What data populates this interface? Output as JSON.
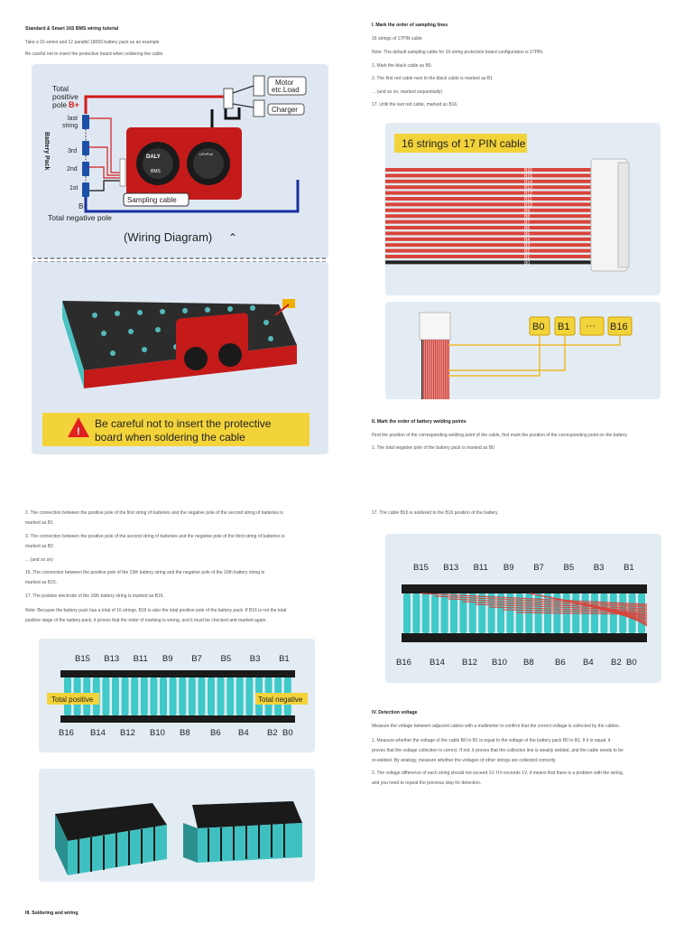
{
  "page1": {
    "title": "Standard & Smart 16S BMS wiring tutorial",
    "intro1": "Take a 16 series and 12 parallel 18650 battery pack as an example",
    "intro2": "Be careful not to insert the protective board when soldering the cable",
    "wiring": {
      "total_positive": "Total",
      "total_positive2": "positive",
      "pole_b_plus": "pole",
      "b_plus": "B+",
      "last_string": "last",
      "last_string2": "string",
      "battery_pack": "Battery Pack",
      "third": "3rd",
      "second": "2nd",
      "first": "1st",
      "b_minus": "B-",
      "total_negative": "Total negative pole",
      "motor": "Motor",
      "etc_load": "etc.Load",
      "charger": "Charger",
      "sampling_cable": "Sampling cable",
      "daly": "DALY",
      "bms": "BMS",
      "lifepo4": "LiFePo4",
      "diagram_caption": "(Wiring Diagram)"
    },
    "warning": {
      "line1": "Be careful not to insert the protective",
      "line2": "board when soldering the cable"
    }
  },
  "page2": {
    "section1_title": "I. Mark the order of sampling lines",
    "p1": "16 strings of 17PIN cable",
    "p2": "Note: The default sampling cable for 16-string protection board configuration is 17PIN.",
    "p3": "1. Mark the black cable as B0.",
    "p4": "2. The first red cable next to the black cable is marked as B1",
    "p5": "... (and so on, marked sequentially)",
    "p6": "17. Until the last red cable, marked as B16.",
    "cable_banner": "16 strings of 17 PIN cable",
    "cable_labels": [
      "B16",
      "B15",
      "B14",
      "B13",
      "B12",
      "B11",
      "B10",
      "B9",
      "B8",
      "B7",
      "B6",
      "B5",
      "B4",
      "B3",
      "B2",
      "B1",
      "B0"
    ],
    "tag_b0": "B0",
    "tag_b1": "B1",
    "tag_dots": "···",
    "tag_b16": "B16",
    "section2_title": "II. Mark the order of battery welding points",
    "p7": "Find the position of the corresponding welding point of the cable, first mark the position of the corresponding point on the battery",
    "p8": "1. The total negative pole of the battery pack is marked as B0"
  },
  "page3": {
    "p1": "2. The connection between the positive pole of the first string of batteries and the negative pole of the second string of batteries is",
    "p1b": "marked as B1",
    "p2": "3. The connection between the positive pole of the second string of batteries and the negative pole of the third string of batteries is",
    "p2b": "marked as B2",
    "p3": "... (and so on)",
    "p4": "16. The connection between the positive pole of the 15th battery string and the negative pole of the 16th battery string is",
    "p4b": "marked as B15.",
    "p5": "17. The positive electrode of the 16th battery string is marked as B16.",
    "p6": "Note: Because the battery pack has a total of 16 strings, B16 is also the total positive pole of the battery pack. If B16 is not the total",
    "p6b": "positive stage of the battery pack, it proves that the order of marking is wrong, and it must be checked and marked again.",
    "top_labels": [
      "B15",
      "B13",
      "B11",
      "B9",
      "B7",
      "B5",
      "B3",
      "B1"
    ],
    "bottom_labels": [
      "B16",
      "B14",
      "B12",
      "B10",
      "B8",
      "B6",
      "B4",
      "B2",
      "B0"
    ],
    "total_positive": "Total positive",
    "total_negative": "Total negative",
    "section3_title": "III. Soldering and wiring"
  },
  "page4": {
    "p1": "17. The cable B16 is soldered to the B16 position of the battery.",
    "top_labels": [
      "B15",
      "B13",
      "B11",
      "B9",
      "B7",
      "B5",
      "B3",
      "B1"
    ],
    "bottom_labels": [
      "B16",
      "B14",
      "B12",
      "B10",
      "B8",
      "B6",
      "B4",
      "B2",
      "B0"
    ],
    "section4_title": "IV. Detection voltage",
    "p2": "Measure the voltage between adjacent cables with a multimeter to confirm that the correct voltage is collected by the cables.",
    "p3": "1. Measure whether the voltage of the cable B0 to B1 is equal to the voltage of the battery pack B0 to B1. If it is equal, it",
    "p3b": "proves that the voltage collection is correct. If not, it proves that the collection line is weakly welded, and the cable needs to be",
    "p3c": "re-welded. By analogy, measure whether the voltages of other strings are collected correctly.",
    "p4": "2. The voltage difference of each string should not exceed 1V. If it exceeds 1V, it means that there is a problem with the wiring,",
    "p4b": "and you need to repeat the previous step for detection."
  }
}
